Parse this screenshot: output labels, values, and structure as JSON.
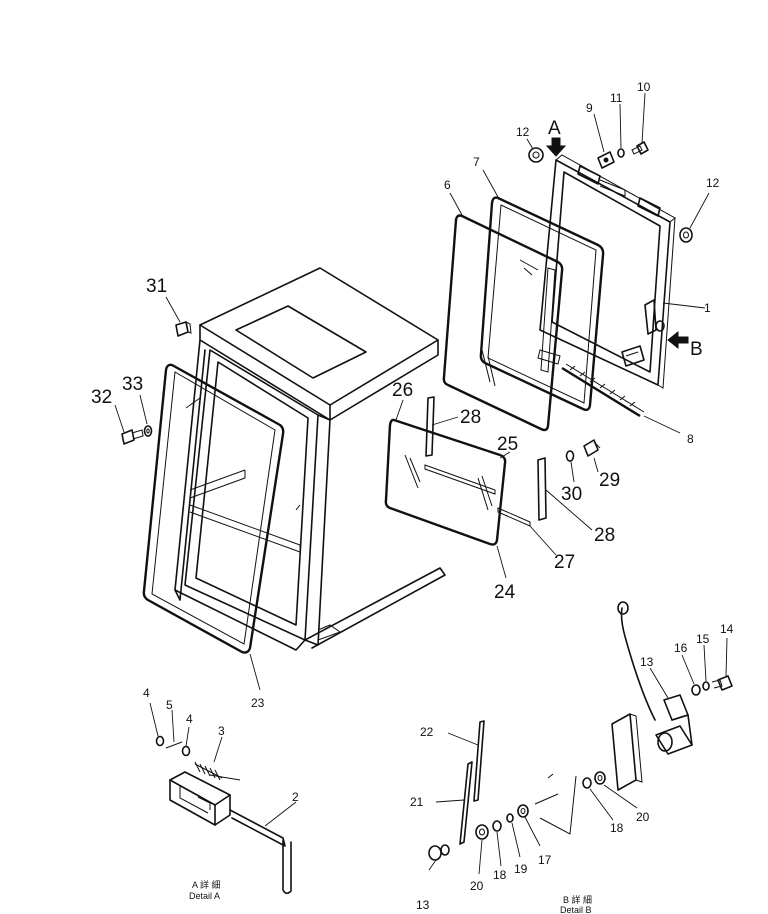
{
  "view_labels": {
    "a": "A",
    "b": "B"
  },
  "callouts": {
    "c1": "1",
    "c2": "2",
    "c3": "3",
    "c4a": "4",
    "c4b": "4",
    "c5": "5",
    "c6": "6",
    "c7": "7",
    "c8": "8",
    "c9": "9",
    "c10": "10",
    "c11": "11",
    "c12a": "12",
    "c12b": "12",
    "c13a": "13",
    "c13b": "13",
    "c14": "14",
    "c15": "15",
    "c16": "16",
    "c17": "17",
    "c18a": "18",
    "c18b": "18",
    "c19": "19",
    "c20a": "20",
    "c20b": "20",
    "c21": "21",
    "c22": "22",
    "c23": "23",
    "c24": "24",
    "c25": "25",
    "c26": "26",
    "c27": "27",
    "c28a": "28",
    "c28b": "28",
    "c29": "29",
    "c30": "30",
    "c31": "31",
    "c32": "32",
    "c33": "33"
  },
  "captions": {
    "detail_a_jp": "A 詳 細",
    "detail_a": "Detail A",
    "detail_b_jp": "B 詳 細",
    "detail_b": "Detail B"
  },
  "icons": [
    "view-arrow-icon"
  ]
}
